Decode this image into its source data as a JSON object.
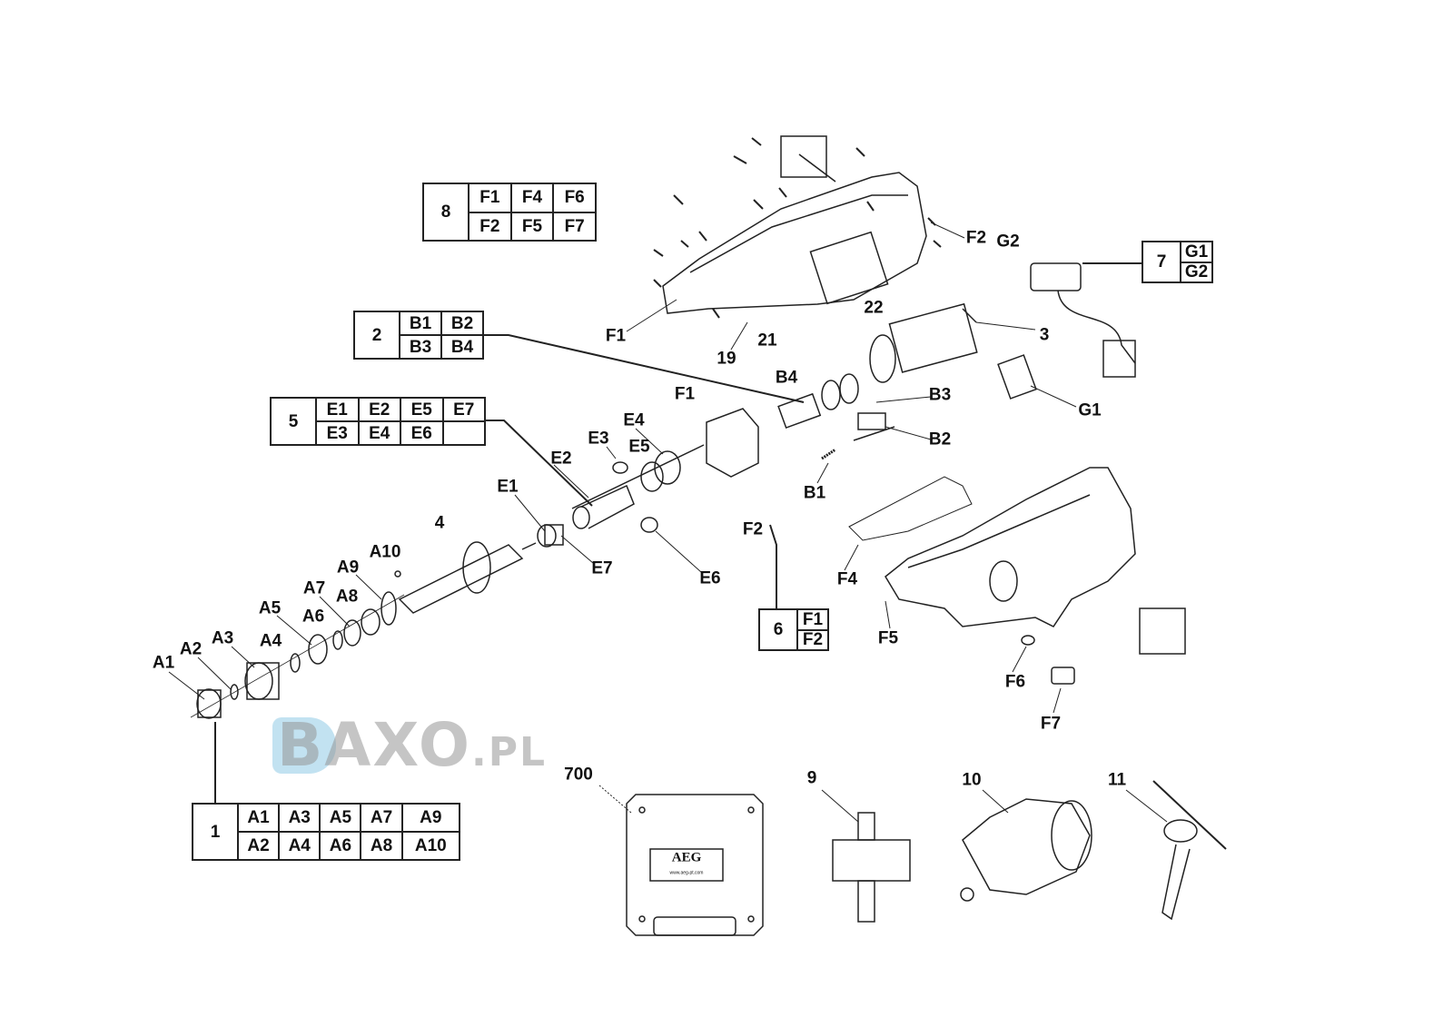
{
  "watermark": {
    "brand": "BAXO",
    "suffix": ".PL",
    "color": "#8fc7e3"
  },
  "case_logo": {
    "brand": "AEG",
    "url": "www.aeg-pt.com"
  },
  "labels": [
    "F1",
    "F2",
    "G2",
    "22",
    "21",
    "19",
    "3",
    "B4",
    "F1",
    "B3",
    "G1",
    "B2",
    "E4",
    "E3",
    "E5",
    "E2",
    "B1",
    "E1",
    "F2",
    "4",
    "E7",
    "E6",
    "F4",
    "A10",
    "A9",
    "A8",
    "A7",
    "A6",
    "A5",
    "A4",
    "A3",
    "A2",
    "A1",
    "F5",
    "F6",
    "F7",
    "700",
    "9",
    "10",
    "11"
  ],
  "kits": {
    "k8": {
      "id": "8",
      "rows": [
        [
          "F1",
          "F4",
          "F6"
        ],
        [
          "F2",
          "F5",
          "F7"
        ]
      ]
    },
    "k2": {
      "id": "2",
      "rows": [
        [
          "B1",
          "B2"
        ],
        [
          "B3",
          "B4"
        ]
      ]
    },
    "k5": {
      "id": "5",
      "rows": [
        [
          "E1",
          "E2",
          "E5",
          "E7"
        ],
        [
          "E3",
          "E4",
          "E6",
          ""
        ]
      ]
    },
    "k7": {
      "id": "7",
      "rows": [
        [
          "G1"
        ],
        [
          "G2"
        ]
      ]
    },
    "k6": {
      "id": "6",
      "rows": [
        [
          "F1"
        ],
        [
          "F2"
        ]
      ]
    },
    "k1": {
      "id": "1",
      "rows": [
        [
          "A1",
          "A3",
          "A5",
          "A7",
          "A9"
        ],
        [
          "A2",
          "A4",
          "A6",
          "A8",
          "A10"
        ]
      ]
    }
  }
}
